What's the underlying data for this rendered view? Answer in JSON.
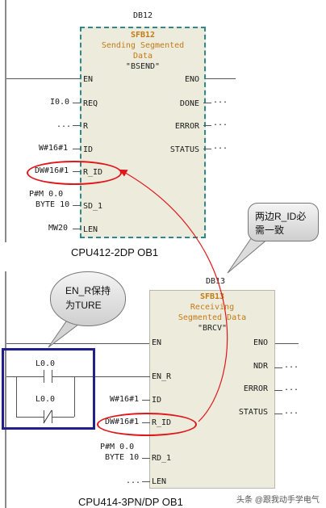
{
  "block1": {
    "instance": "DB12",
    "title": "SFB12",
    "subtitle_line1": "Sending Segmented",
    "subtitle_line2": "Data",
    "quote": "\"BSEND\"",
    "pins_left": [
      "EN",
      "REQ",
      "R",
      "ID",
      "R_ID",
      "SD_1",
      "LEN"
    ],
    "pins_right": [
      "ENO",
      "DONE",
      "ERROR",
      "STATUS"
    ],
    "params_left": {
      "req": "I0.0",
      "r": "...",
      "id": "W#16#1",
      "r_id": "DW#16#1",
      "sd1_line1": "P#M 0.0",
      "sd1_line2": "BYTE 10",
      "len": "MW20"
    },
    "outputs": {
      "done": "...",
      "error": "...",
      "status": "..."
    },
    "caption": "CPU412-2DP  OB1"
  },
  "block2": {
    "instance": "DB13",
    "title": "SFB13",
    "subtitle_line1": "Receiving",
    "subtitle_line2": "Segmented Data",
    "quote": "\"BRCV\"",
    "pins_left": [
      "EN",
      "EN_R",
      "ID",
      "R_ID",
      "RD_1",
      "LEN"
    ],
    "pins_right": [
      "ENO",
      "NDR",
      "ERROR",
      "STATUS"
    ],
    "params_left": {
      "id": "W#16#1",
      "r_id": "DW#16#1",
      "rd1_line1": "P#M 0.0",
      "rd1_line2": "BYTE 10",
      "len": "..."
    },
    "contacts": [
      "L0.0",
      "L0.0"
    ],
    "outputs": {
      "ndr": "...",
      "error": "...",
      "status": "..."
    },
    "caption": "CPU414-3PN/DP  OB1"
  },
  "callouts": {
    "right_line1": "两边R_ID必",
    "right_line2": "需一致",
    "left_line1": "EN_R保持",
    "left_line2": "为TURE"
  },
  "watermark": "头条 @跟我动手学电气",
  "colors": {
    "highlight": "#e0161b",
    "block_fill": "#ecebdc",
    "title": "#c47a14",
    "contact_box": "#20208a"
  }
}
